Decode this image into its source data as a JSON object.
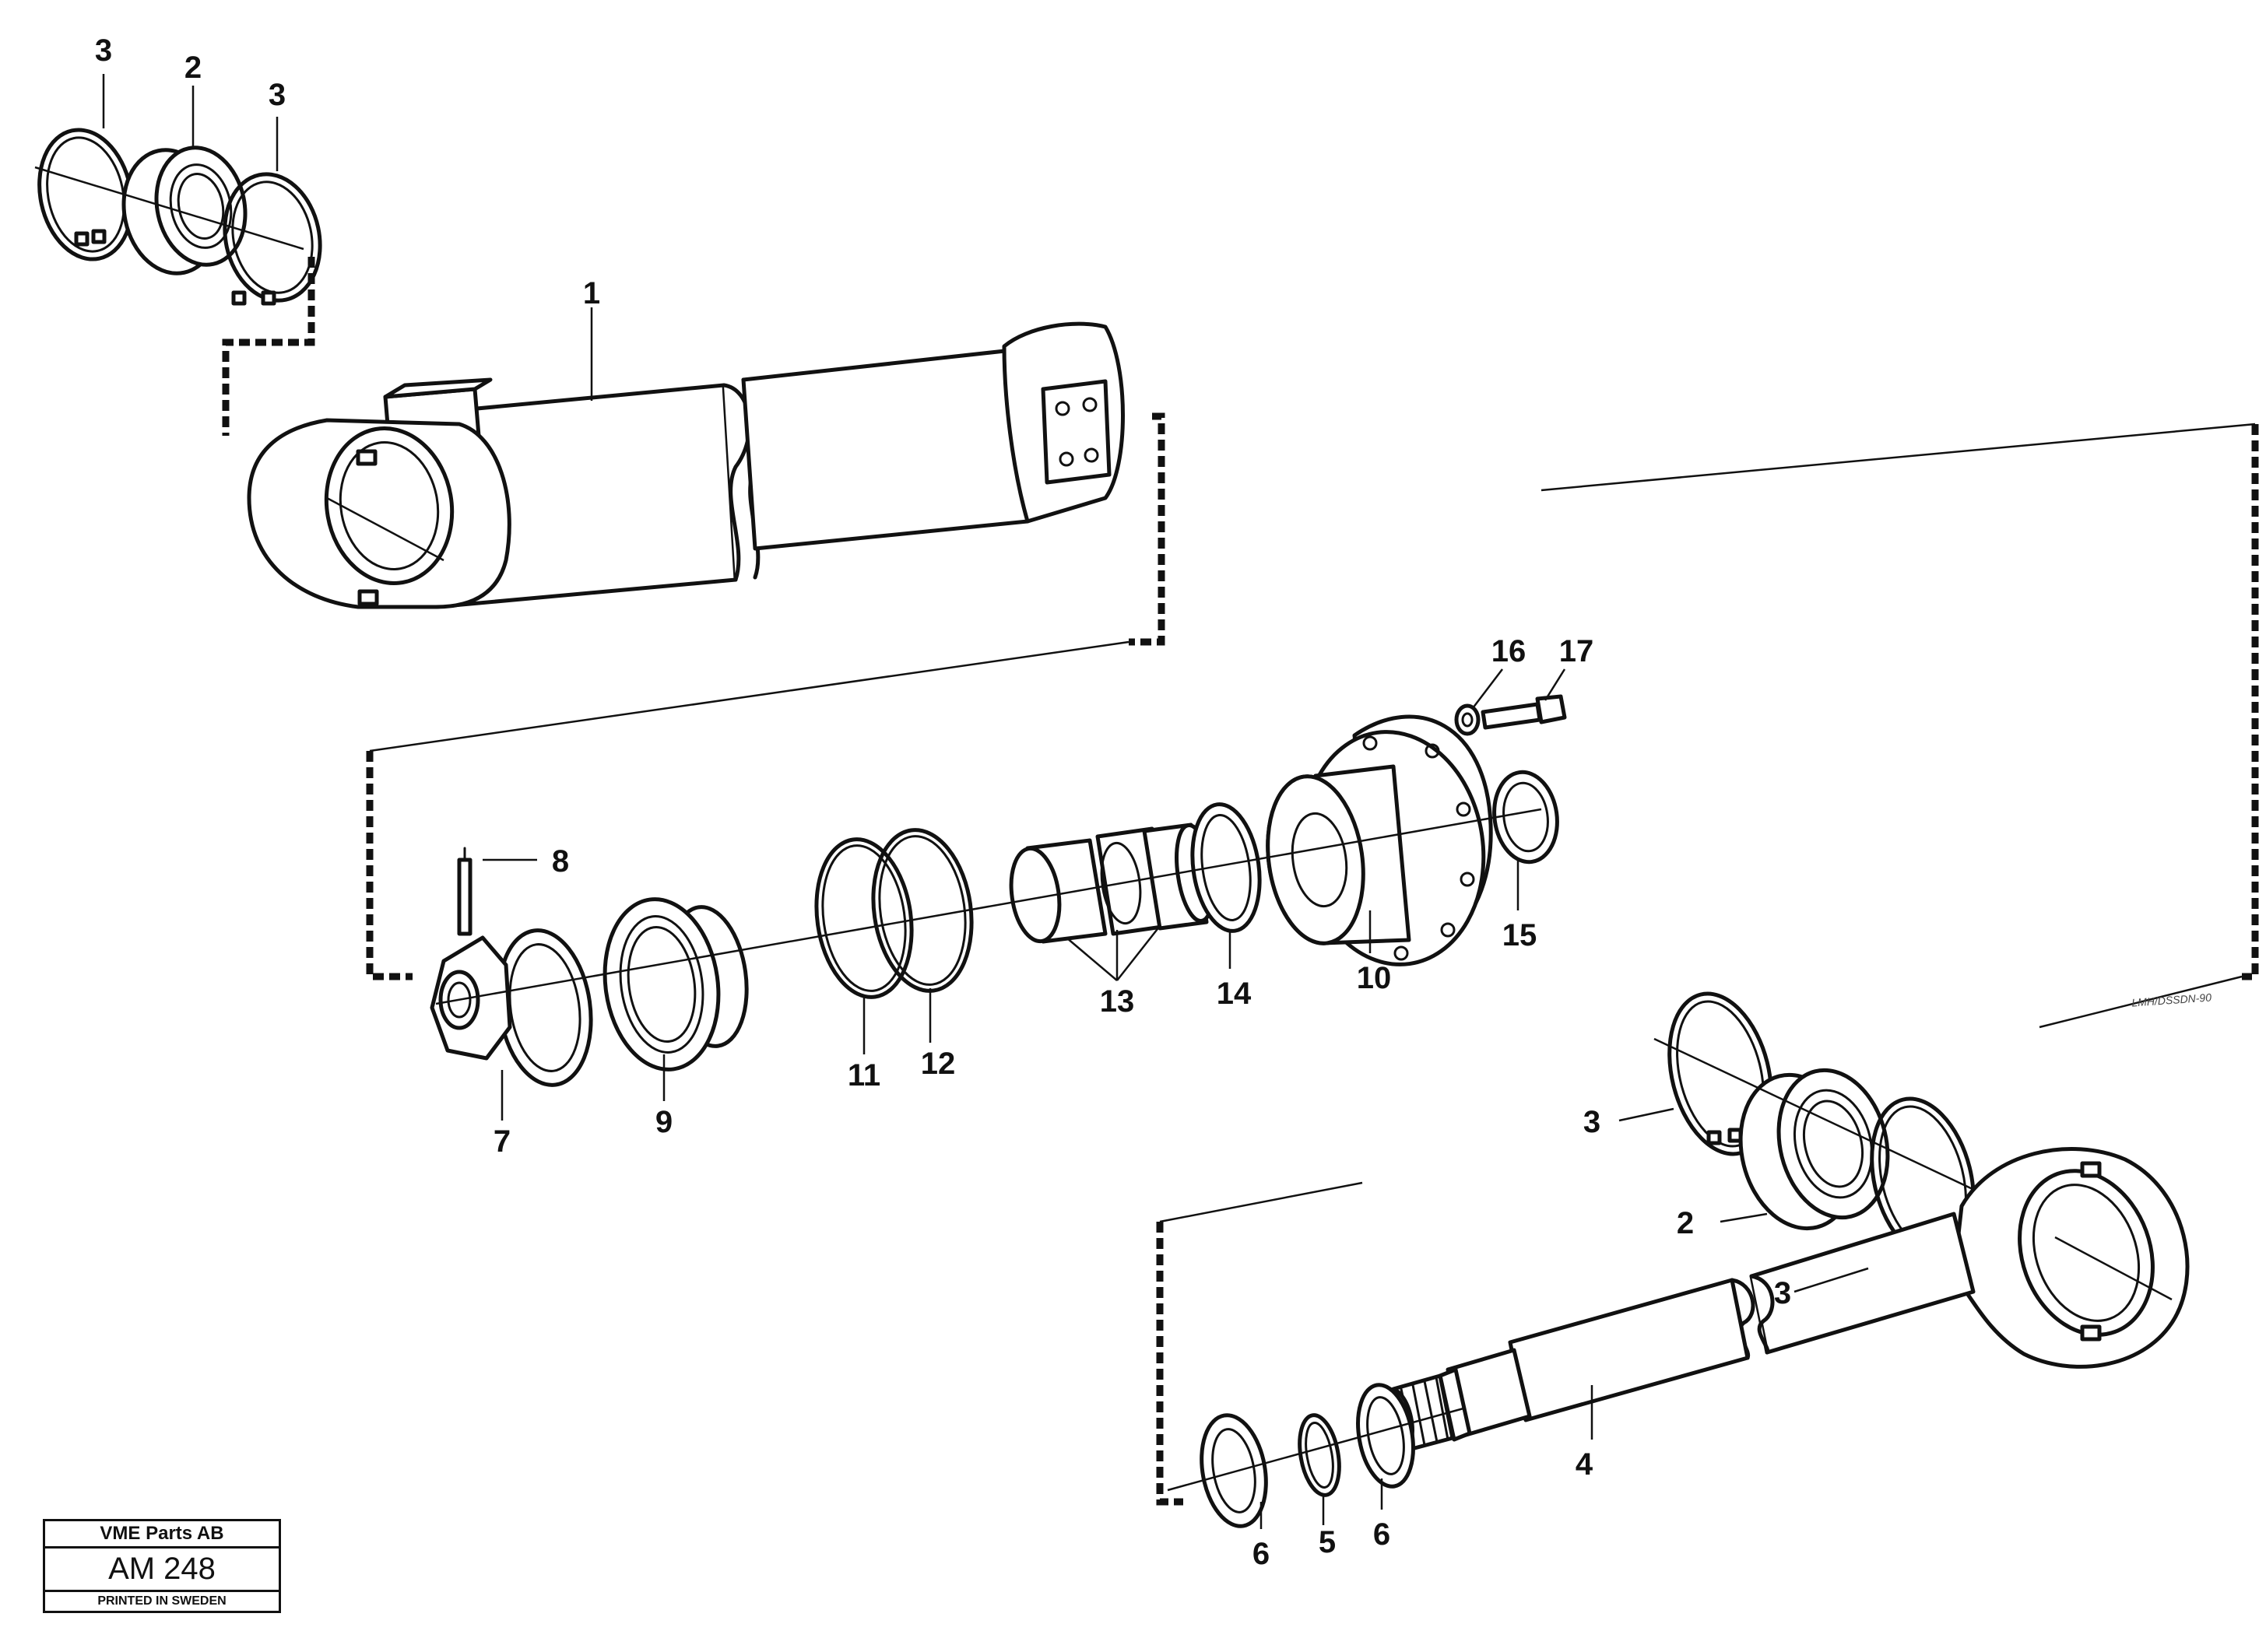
{
  "callouts": {
    "c1": "1",
    "c2a": "2",
    "c2b": "2",
    "c3a": "3",
    "c3b": "3",
    "c3c": "3",
    "c3d": "3",
    "c4": "4",
    "c5": "5",
    "c6a": "6",
    "c6b": "6",
    "c7": "7",
    "c8": "8",
    "c9": "9",
    "c10": "10",
    "c11": "11",
    "c12": "12",
    "c13": "13",
    "c14": "14",
    "c15": "15",
    "c16": "16",
    "c17": "17"
  },
  "drawing_reference": "LMH/DSSDN-90",
  "title_block": {
    "company": "VME Parts AB",
    "code": "AM 248",
    "printed": "PRINTED IN SWEDEN"
  }
}
